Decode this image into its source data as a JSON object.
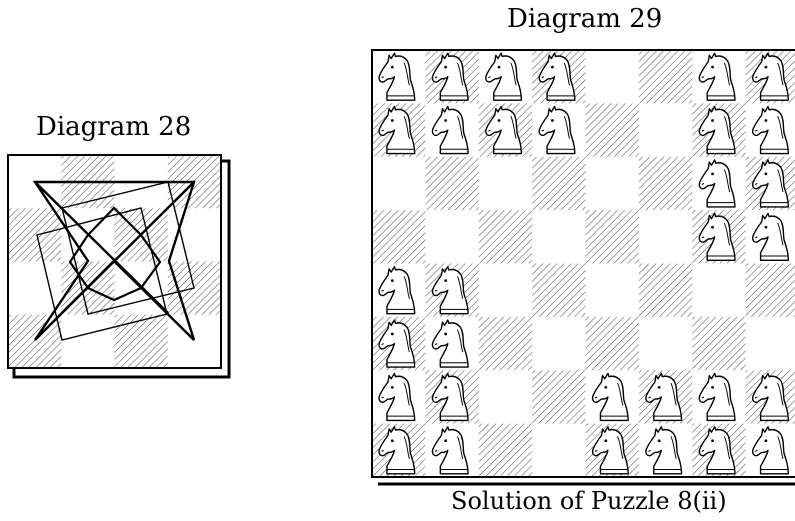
{
  "diagram28": {
    "title": "Diagram 28",
    "board_size": 4
  },
  "diagram29": {
    "title": "Diagram 29",
    "subtitle": "Solution of Puzzle 8(ii)",
    "board_size": 8,
    "knight_squares": [
      [
        0,
        0
      ],
      [
        0,
        1
      ],
      [
        0,
        2
      ],
      [
        0,
        3
      ],
      [
        0,
        6
      ],
      [
        0,
        7
      ],
      [
        1,
        0
      ],
      [
        1,
        1
      ],
      [
        1,
        2
      ],
      [
        1,
        3
      ],
      [
        1,
        6
      ],
      [
        1,
        7
      ],
      [
        2,
        6
      ],
      [
        2,
        7
      ],
      [
        3,
        6
      ],
      [
        3,
        7
      ],
      [
        4,
        0
      ],
      [
        4,
        1
      ],
      [
        5,
        0
      ],
      [
        5,
        1
      ],
      [
        6,
        0
      ],
      [
        6,
        1
      ],
      [
        6,
        4
      ],
      [
        6,
        5
      ],
      [
        6,
        6
      ],
      [
        6,
        7
      ],
      [
        7,
        0
      ],
      [
        7,
        1
      ],
      [
        7,
        4
      ],
      [
        7,
        5
      ],
      [
        7,
        6
      ],
      [
        7,
        7
      ]
    ]
  },
  "colors": {
    "ink": "#000000",
    "paper": "#ffffff",
    "hatch": "#555555"
  },
  "icons": {
    "piece": "white-knight-icon"
  }
}
